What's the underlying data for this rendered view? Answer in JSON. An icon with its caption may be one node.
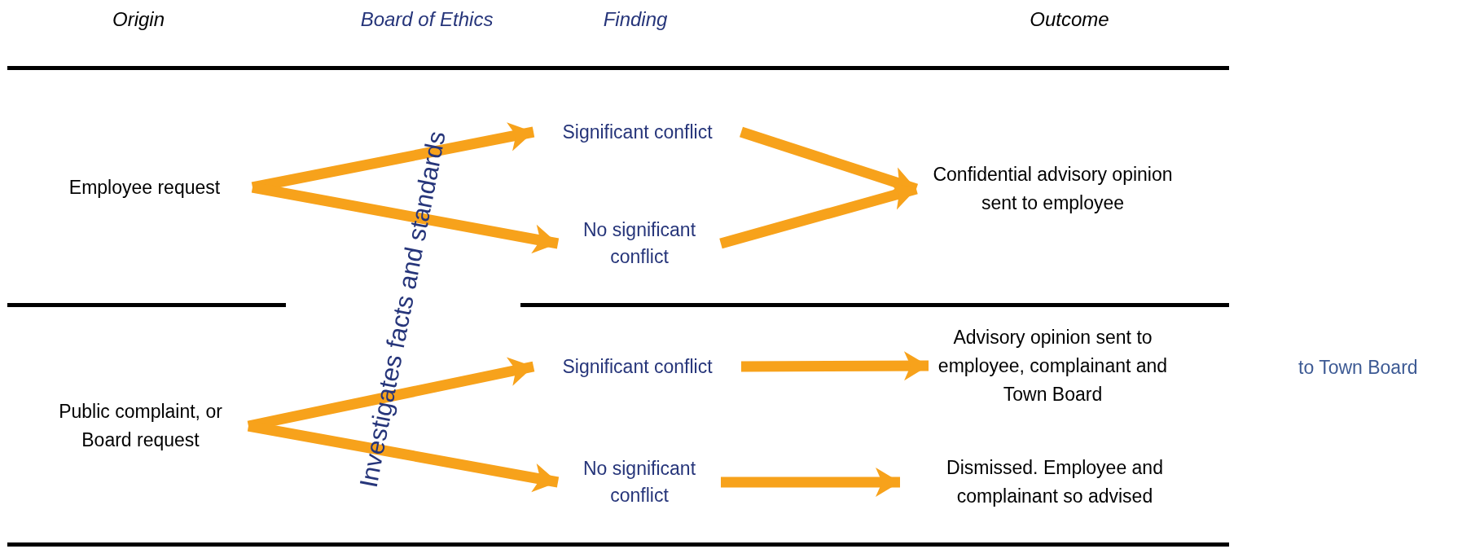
{
  "diagram": {
    "nodes": [
      {
        "text": [
          "Employee request"
        ]
      },
      {
        "text": [
          "Significant conflict"
        ]
      },
      {
        "text": [
          "No significant conflict"
        ]
      },
      {
        "text": [
          "Confidential advisory opinion sent to employee"
        ]
      },
      {
        "text": [
          "Public complaint, or Board request"
        ]
      },
      {
        "text": [
          "Significant conflict"
        ]
      },
      {
        "text": [
          "No significant conflict"
        ]
      },
      {
        "text": [
          "Advisory opinion sent to employee, complainant and Town Board"
        ]
      },
      {
        "text": [
          "Dismissed. Employee and complainant so advised"
        ]
      }
    ],
    "edges": [
      {
        "from": 0,
        "to": 1,
        "arrow": "to"
      },
      {
        "from": 0,
        "to": 2,
        "arrow": "to"
      },
      {
        "from": 1,
        "to": 3,
        "arrow": "to"
      },
      {
        "from": 2,
        "to": 3,
        "arrow": "to"
      },
      {
        "from": 4,
        "to": 5,
        "arrow": "to"
      },
      {
        "from": 4,
        "to": 6,
        "arrow": "to"
      },
      {
        "from": 5,
        "to": 7,
        "arrow": "to"
      },
      {
        "from": 6,
        "to": 8,
        "arrow": "to"
      }
    ],
    "labels": [
      "Origin",
      "Board of Ethics",
      "Finding",
      "Outcome",
      "Investigates facts and standards",
      "to Town Board"
    ]
  }
}
